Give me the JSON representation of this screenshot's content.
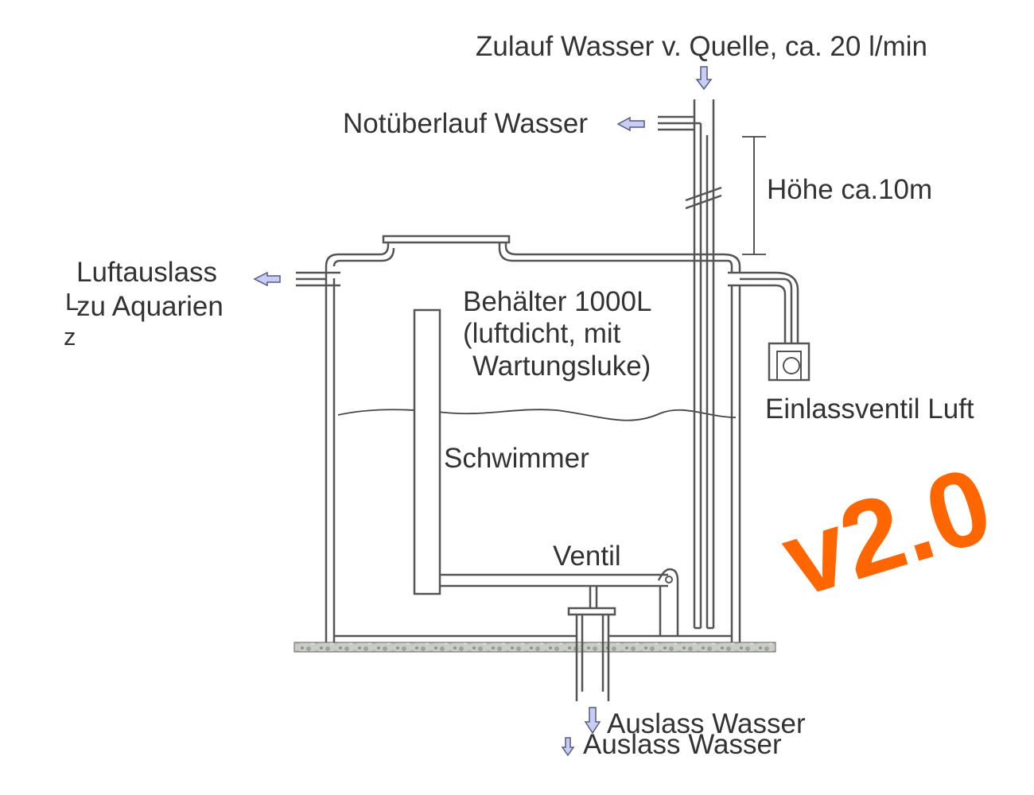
{
  "labels": {
    "inlet": "Zulauf Wasser v. Quelle, ca. 20 l/min",
    "overflow": "Notüberlauf Wasser",
    "height": "Höhe ca.10m",
    "air_outlet": "Luftauslass",
    "air_outlet_dest": "zu Aquarien",
    "stray_l": "L",
    "stray_z": "z",
    "tank_line1": "Behälter 1000L",
    "tank_line2": "(luftdicht, mit",
    "tank_line3": "Wartungsluke)",
    "air_inlet_valve": "Einlassventil Luft",
    "float": "Schwimmer",
    "valve": "Ventil",
    "water_outlet": "Auslass Wasser",
    "water_outlet_dup": "Auslass Wasser",
    "version": "v2.0"
  },
  "colors": {
    "version": "#ff6600",
    "arrow_fill": "#c8cdf3",
    "line": "#555555",
    "text": "#333333"
  }
}
